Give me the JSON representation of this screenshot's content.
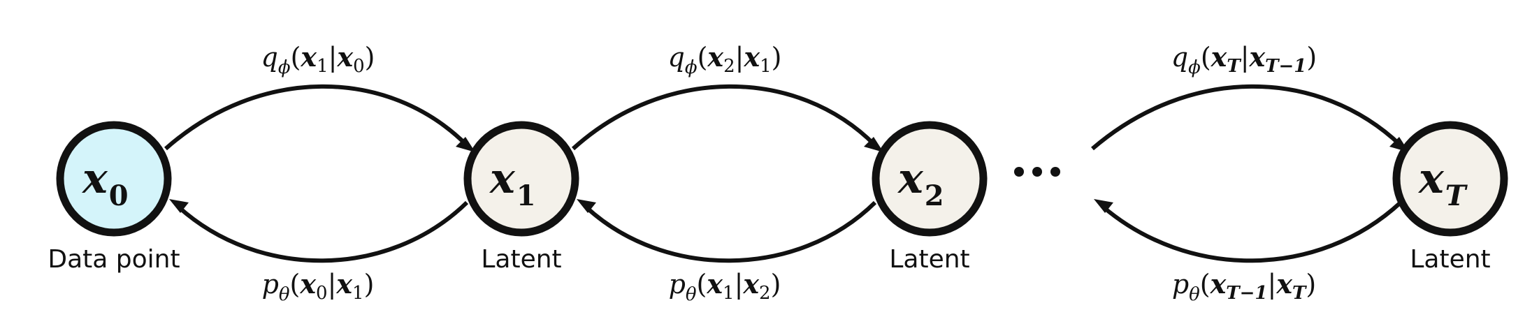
{
  "colors": {
    "data_node_fill": "#d4f4fa",
    "latent_node_fill": "#f4f1ea",
    "stroke": "#111111"
  },
  "nodes": [
    {
      "var": "x",
      "sub": "0",
      "sub_italic": false,
      "caption": "Data point",
      "fill": "#d4f4fa"
    },
    {
      "var": "x",
      "sub": "1",
      "sub_italic": false,
      "caption": "Latent",
      "fill": "#f4f1ea"
    },
    {
      "var": "x",
      "sub": "2",
      "sub_italic": false,
      "caption": "Latent",
      "fill": "#f4f1ea"
    },
    {
      "var": "x",
      "sub": "T",
      "sub_italic": true,
      "caption": "Latent",
      "fill": "#f4f1ea"
    }
  ],
  "ellipsis": "…",
  "forward_labels": [
    {
      "fn": "q",
      "param": "ϕ",
      "open": "(",
      "a": "x",
      "a_sub": "1",
      "bar": "|",
      "b": "x",
      "b_sub": "0",
      "close": ")"
    },
    {
      "fn": "q",
      "param": "ϕ",
      "open": "(",
      "a": "x",
      "a_sub": "2",
      "bar": "|",
      "b": "x",
      "b_sub": "1",
      "close": ")"
    },
    {
      "fn": "q",
      "param": "ϕ",
      "open": "(",
      "a": "x",
      "a_sub": "T",
      "bar": "|",
      "b": "x",
      "b_sub": "T−1",
      "close": ")"
    }
  ],
  "reverse_labels": [
    {
      "fn": "p",
      "param": "θ",
      "open": "(",
      "a": "x",
      "a_sub": "0",
      "bar": "|",
      "b": "x",
      "b_sub": "1",
      "close": ")"
    },
    {
      "fn": "p",
      "param": "θ",
      "open": "(",
      "a": "x",
      "a_sub": "1",
      "bar": "|",
      "b": "x",
      "b_sub": "2",
      "close": ")"
    },
    {
      "fn": "p",
      "param": "θ",
      "open": "(",
      "a": "x",
      "a_sub": "T−1",
      "bar": "|",
      "b": "x",
      "b_sub": "T",
      "close": ")"
    }
  ]
}
